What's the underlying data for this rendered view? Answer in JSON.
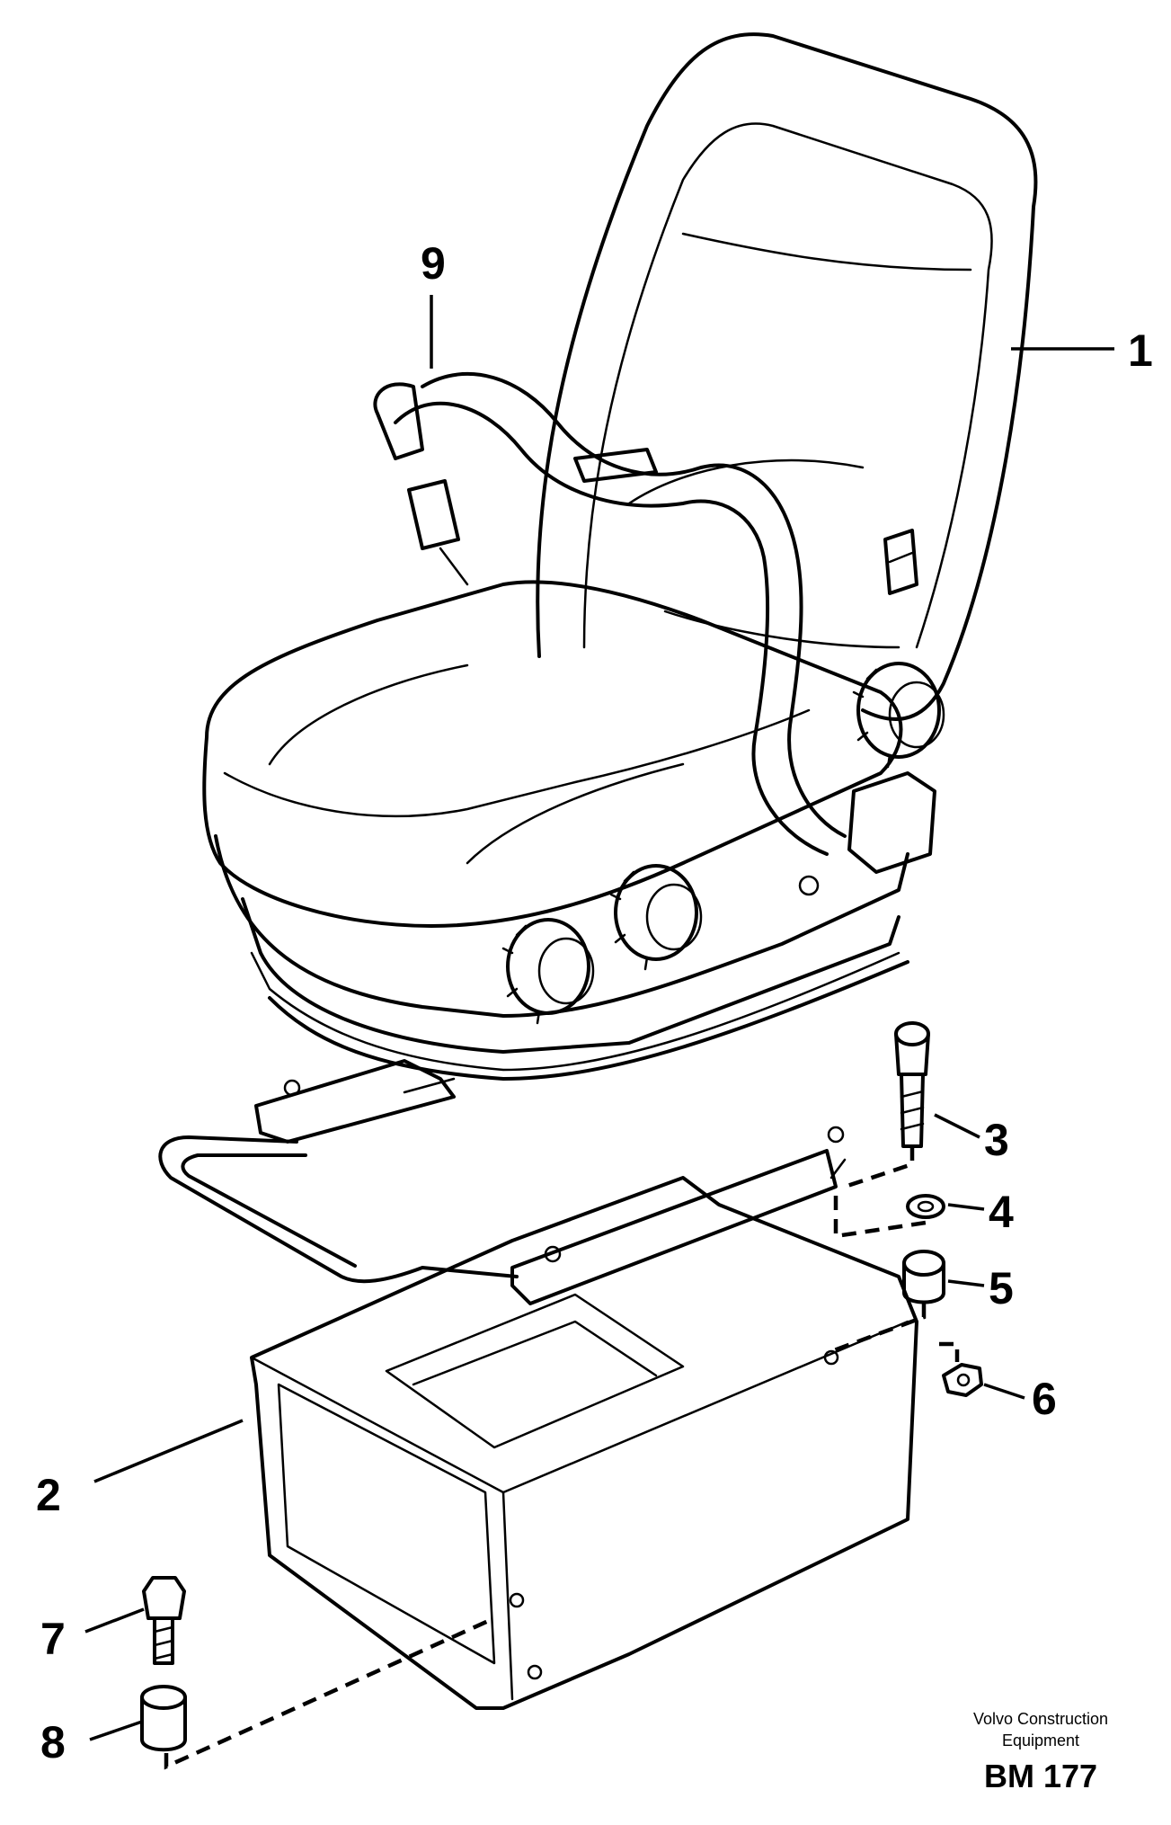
{
  "callouts": {
    "c1": "1",
    "c2": "2",
    "c3": "3",
    "c4": "4",
    "c5": "5",
    "c6": "6",
    "c7": "7",
    "c8": "8",
    "c9": "9"
  },
  "footer": {
    "company": "Volvo Construction Equipment",
    "code": "BM 177"
  }
}
